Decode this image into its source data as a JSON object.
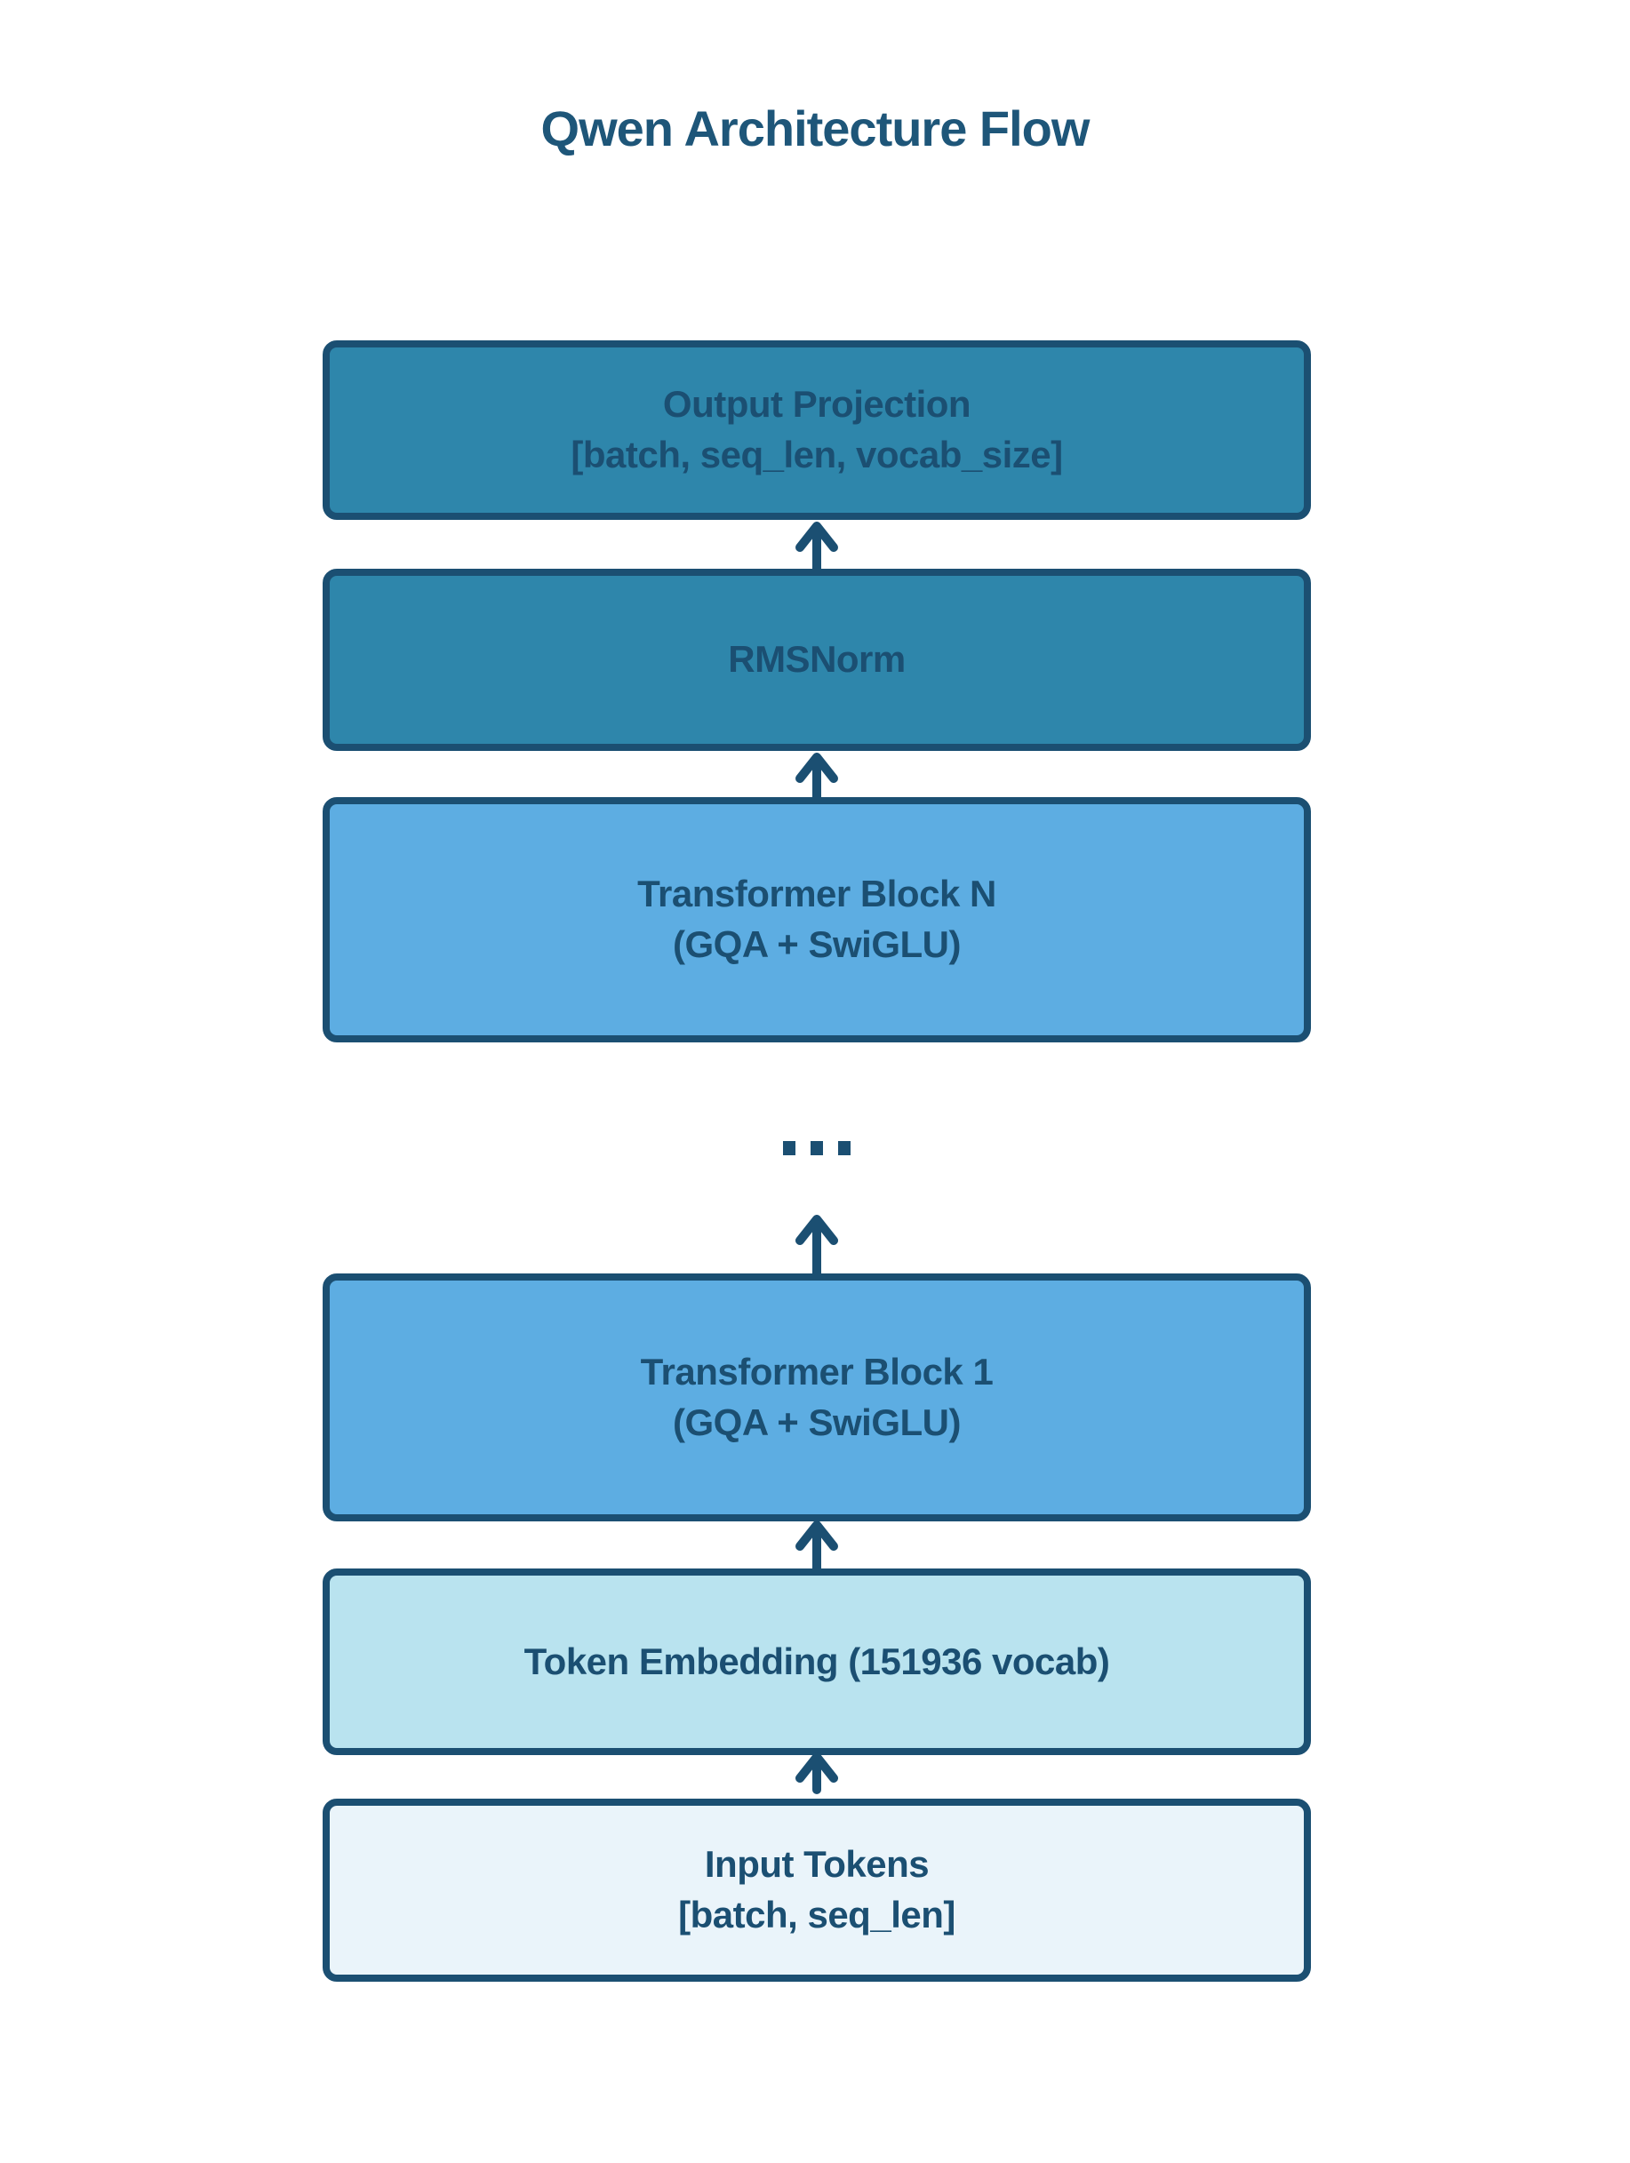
{
  "title": "Qwen Architecture Flow",
  "colors": {
    "border": "#1b4f72",
    "arrow": "#1b4f72",
    "text": "#1b4f72",
    "title_text": "#1e5679",
    "dark_box": "#2e86ab",
    "medium_box": "#5dade2",
    "light_box": "#b9e3ef",
    "pale_box": "#eaf4fa",
    "background": "#ffffff"
  },
  "flow": {
    "ellipsis": "...",
    "boxes": [
      {
        "id": "output-projection",
        "line1": "Output Projection",
        "line2": "[batch, seq_len, vocab_size]"
      },
      {
        "id": "rmsnorm",
        "line1": "RMSNorm",
        "line2": ""
      },
      {
        "id": "transformer-block-n",
        "line1": "Transformer Block N",
        "line2": "(GQA + SwiGLU)"
      },
      {
        "id": "transformer-block-1",
        "line1": "Transformer Block 1",
        "line2": "(GQA + SwiGLU)"
      },
      {
        "id": "token-embedding",
        "line1": "Token Embedding (151936 vocab)",
        "line2": ""
      },
      {
        "id": "input-tokens",
        "line1": "Input Tokens",
        "line2": "[batch, seq_len]"
      }
    ]
  }
}
